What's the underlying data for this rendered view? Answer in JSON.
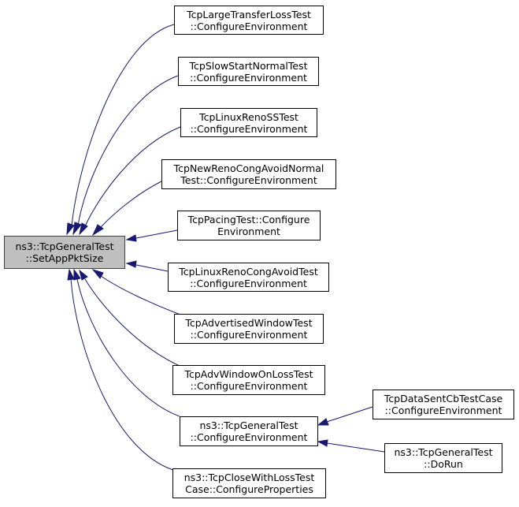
{
  "root": {
    "l1": "ns3::TcpGeneralTest",
    "l2": "::SetAppPktSize"
  },
  "callers": [
    {
      "l1": "TcpLargeTransferLossTest",
      "l2": "::ConfigureEnvironment"
    },
    {
      "l1": "TcpSlowStartNormalTest",
      "l2": "::ConfigureEnvironment"
    },
    {
      "l1": "TcpLinuxRenoSSTest",
      "l2": "::ConfigureEnvironment"
    },
    {
      "l1": "TcpNewRenoCongAvoidNormal",
      "l2": "Test::ConfigureEnvironment"
    },
    {
      "l1": "TcpPacingTest::Configure",
      "l2": "Environment"
    },
    {
      "l1": "TcpLinuxRenoCongAvoidTest",
      "l2": "::ConfigureEnvironment"
    },
    {
      "l1": "TcpAdvertisedWindowTest",
      "l2": "::ConfigureEnvironment"
    },
    {
      "l1": "TcpAdvWindowOnLossTest",
      "l2": "::ConfigureEnvironment"
    },
    {
      "l1": "ns3::TcpGeneralTest",
      "l2": "::ConfigureEnvironment"
    },
    {
      "l1": "ns3::TcpCloseWithLossTest",
      "l2": "Case::ConfigureProperties"
    }
  ],
  "second_level": [
    {
      "l1": "TcpDataSentCbTestCase",
      "l2": "::ConfigureEnvironment"
    },
    {
      "l1": "ns3::TcpGeneralTest",
      "l2": "::DoRun"
    }
  ],
  "colors": {
    "edge": "#191970",
    "root_fill": "#bfbfbf",
    "node_border": "#000000"
  }
}
